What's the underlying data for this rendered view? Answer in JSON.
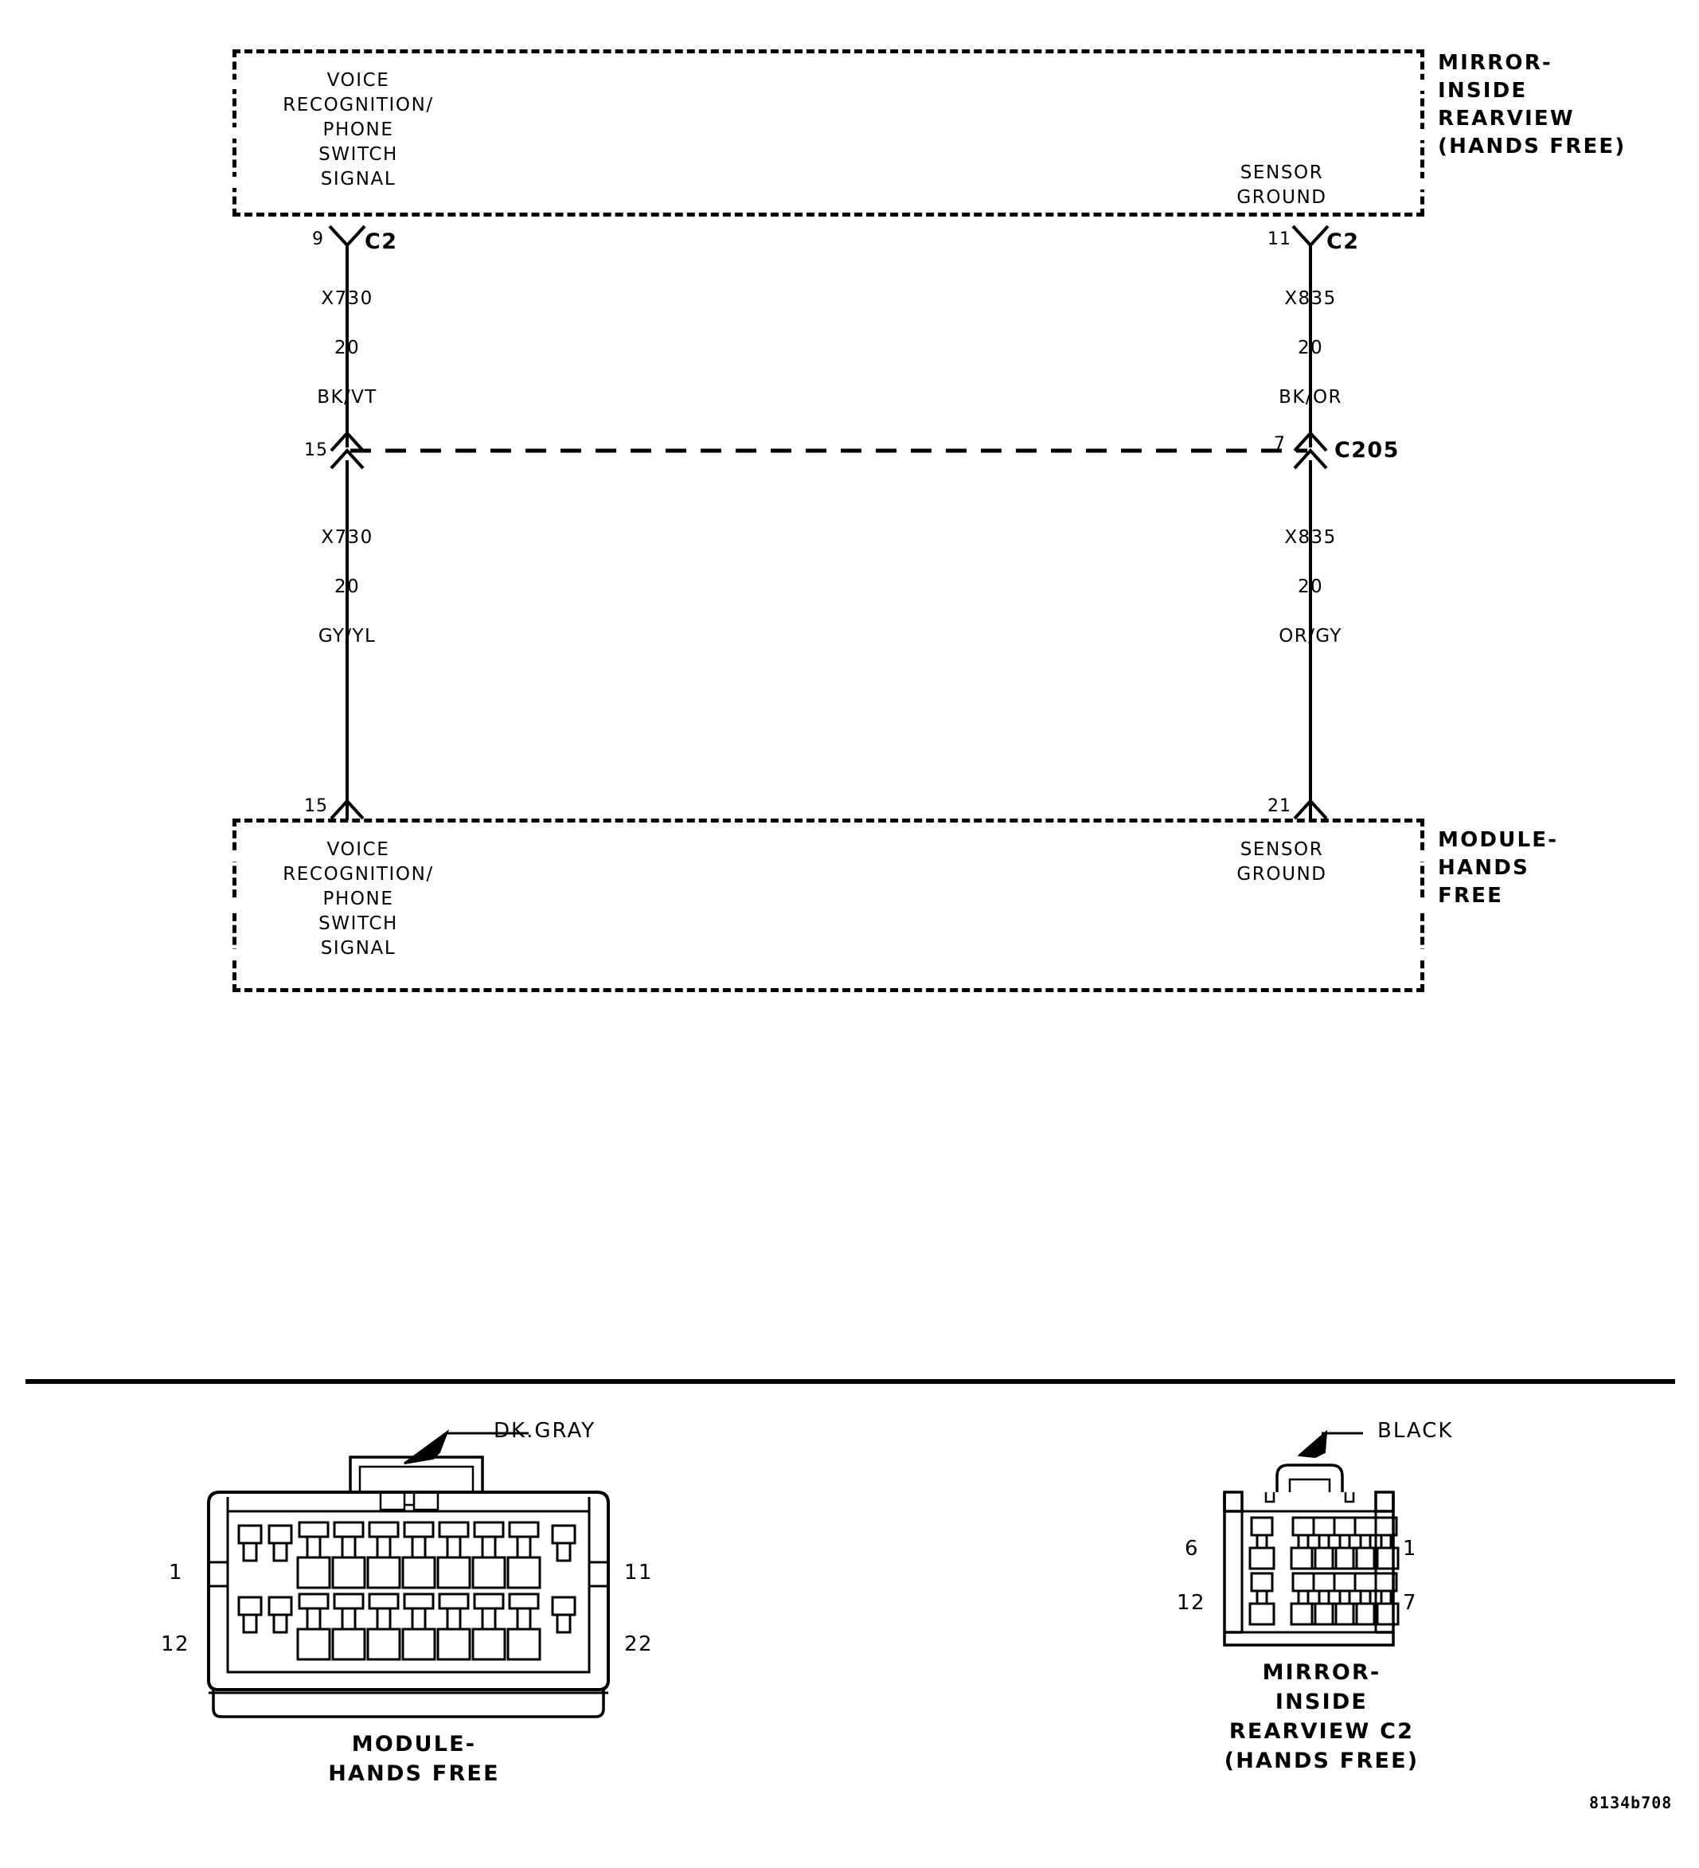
{
  "diagram": {
    "title_code": "8134b708",
    "components": [
      {
        "id": "mirror-inside-rearview",
        "name": "MIRROR-\nINSIDE\nREARVIEW\n(HANDS FREE)",
        "signals": [
          {
            "label": "VOICE\nRECOGNITION/\nPHONE\nSWITCH\nSIGNAL",
            "pin": "9",
            "connector": "C2"
          },
          {
            "label": "SENSOR\nGROUND",
            "pin": "11",
            "connector": "C2"
          }
        ]
      },
      {
        "id": "module-hands-free",
        "name": "MODULE-\nHANDS\nFREE",
        "signals": [
          {
            "label": "VOICE\nRECOGNITION/\nPHONE\nSWITCH\nSIGNAL",
            "pin": "15",
            "connector": ""
          },
          {
            "label": "SENSOR\nGROUND",
            "pin": "21",
            "connector": ""
          }
        ]
      }
    ],
    "wires": [
      {
        "id": "left-upper",
        "circuit": "X730",
        "gauge": "20",
        "color": "BK/VT"
      },
      {
        "id": "right-upper",
        "circuit": "X835",
        "gauge": "20",
        "color": "BK/OR"
      },
      {
        "id": "left-lower",
        "circuit": "X730",
        "gauge": "20",
        "color": "GY/YL"
      },
      {
        "id": "right-lower",
        "circuit": "X835",
        "gauge": "20",
        "color": "OR/GY"
      }
    ],
    "inline_connector": {
      "name": "C205",
      "left_pin": "15",
      "right_pin": "7"
    }
  },
  "connector_views": [
    {
      "id": "module-hands-free-connector",
      "caption": "MODULE-\nHANDS FREE",
      "color_callout": "DK.GRAY",
      "pins": {
        "top_left": "1",
        "top_right": "11",
        "bottom_left": "12",
        "bottom_right": "22"
      },
      "cavity_columns": 10,
      "cavity_rows": 2
    },
    {
      "id": "mirror-inside-rearview-c2-connector",
      "caption": "MIRROR-\nINSIDE\nREARVIEW C2\n(HANDS FREE)",
      "color_callout": "BLACK",
      "pins": {
        "top_left": "6",
        "top_right": "1",
        "bottom_left": "12",
        "bottom_right": "7"
      },
      "cavity_columns": 6,
      "cavity_rows": 2
    }
  ]
}
